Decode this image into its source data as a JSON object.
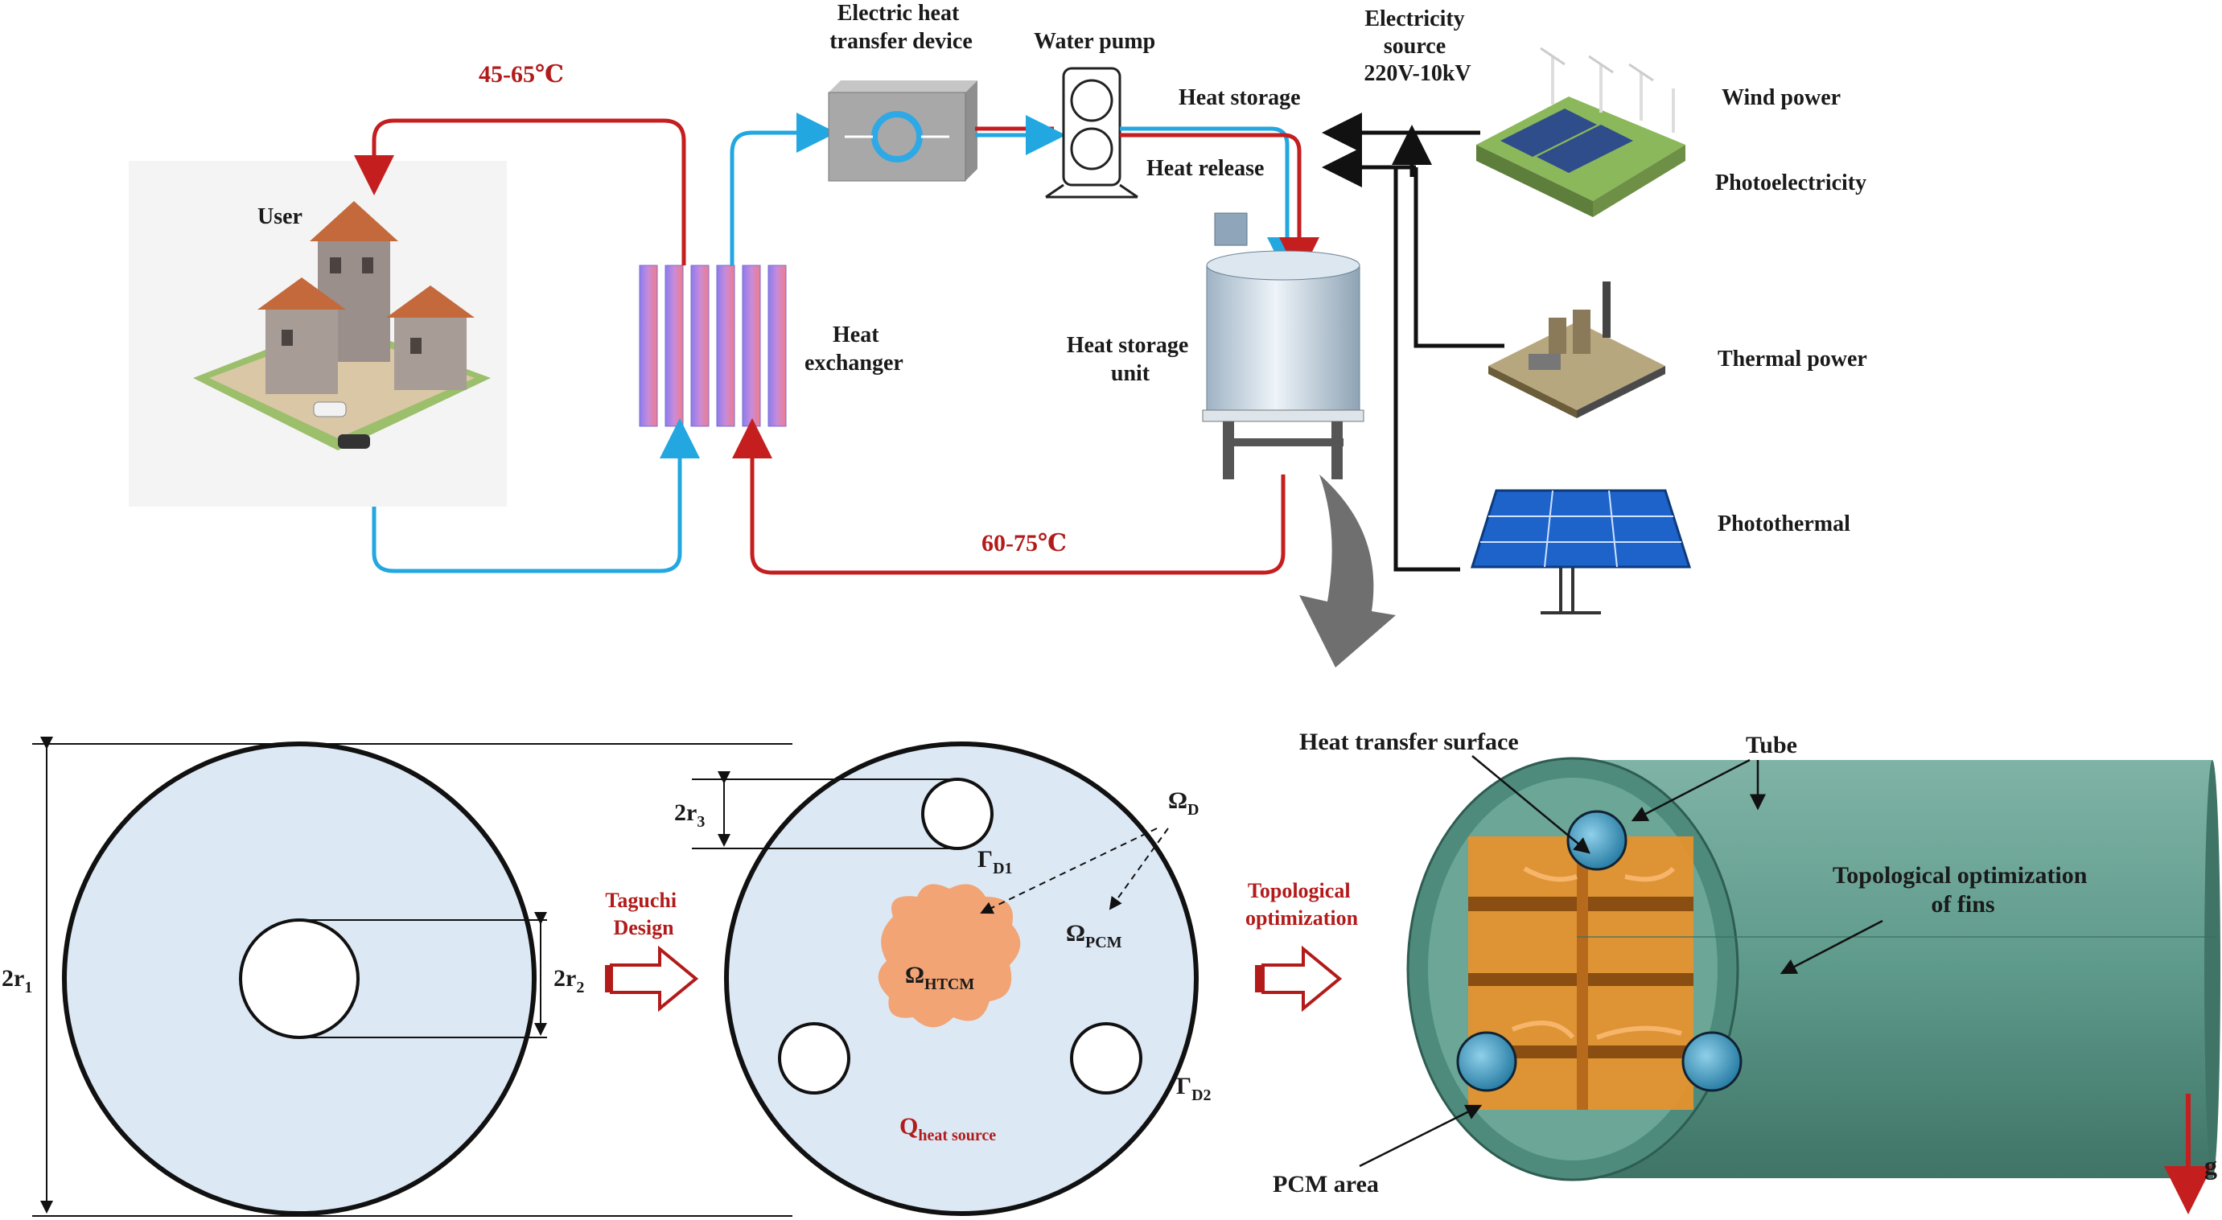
{
  "colors": {
    "hot": "#c41e1e",
    "cold": "#22a7e0",
    "line": "#111111",
    "domain_fill": "#dce9f5",
    "htcm_fill": "#f2a475",
    "fin": "#e5922e",
    "shell": "#5e9a8b",
    "accent_text": "#b31b1b"
  },
  "icons": {
    "user_house": "house-illustration",
    "heat_exchanger": "plate-heat-exchanger-icon",
    "electric_device": "electric-heat-transfer-box-icon",
    "water_pump": "pump-icon",
    "storage_tank": "storage-tank-icon",
    "wind_farm": "wind-solar-farm-icon",
    "thermal_plant": "thermal-plant-icon",
    "solar_panel": "solar-panel-icon",
    "flow_arrow": "curved-down-arrow-icon",
    "hollow_arrows": "hollow-right-arrow-icon"
  },
  "system": {
    "temp_supply": "45-65℃",
    "temp_return": "60-75℃",
    "user": "User",
    "heat_exchanger": [
      "Heat",
      "exchanger"
    ],
    "electric_device": [
      "Electric heat",
      "transfer device"
    ],
    "water_pump": "Water pump",
    "heat_storage": "Heat storage",
    "heat_release": "Heat release",
    "heat_storage_unit": [
      "Heat storage",
      "unit"
    ],
    "electricity_source": [
      "Electricity",
      "source",
      "220V-10kV"
    ],
    "wind_power": "Wind power",
    "photoelectricity": "Photoelectricity",
    "thermal_power": "Thermal power",
    "photothermal": "Photothermal"
  },
  "geometry_panel": {
    "r1": {
      "base": "2r",
      "sub": "1"
    },
    "r2": {
      "base": "2r",
      "sub": "2"
    },
    "r3": {
      "base": "2r",
      "sub": "3"
    },
    "taguchi": [
      "Taguchi",
      "Design"
    ],
    "topological": [
      "Topological",
      "optimization"
    ],
    "omega_d": {
      "base": "Ω",
      "sub": "D"
    },
    "omega_pcm": {
      "base": "Ω",
      "sub": "PCM"
    },
    "omega_htcm": {
      "base": "Ω",
      "sub": "HTCM"
    },
    "gamma_d1": {
      "base": "Γ",
      "sub": "D1"
    },
    "gamma_d2": {
      "base": "Γ",
      "sub": "D2"
    },
    "q_source": {
      "base": "Q",
      "sub": "heat source"
    }
  },
  "model3d": {
    "heat_transfer_surface": "Heat transfer surface",
    "tube": "Tube",
    "topo_fins": [
      "Topological optimization",
      "of fins"
    ],
    "pcm_area": "PCM area",
    "gravity": "g"
  }
}
